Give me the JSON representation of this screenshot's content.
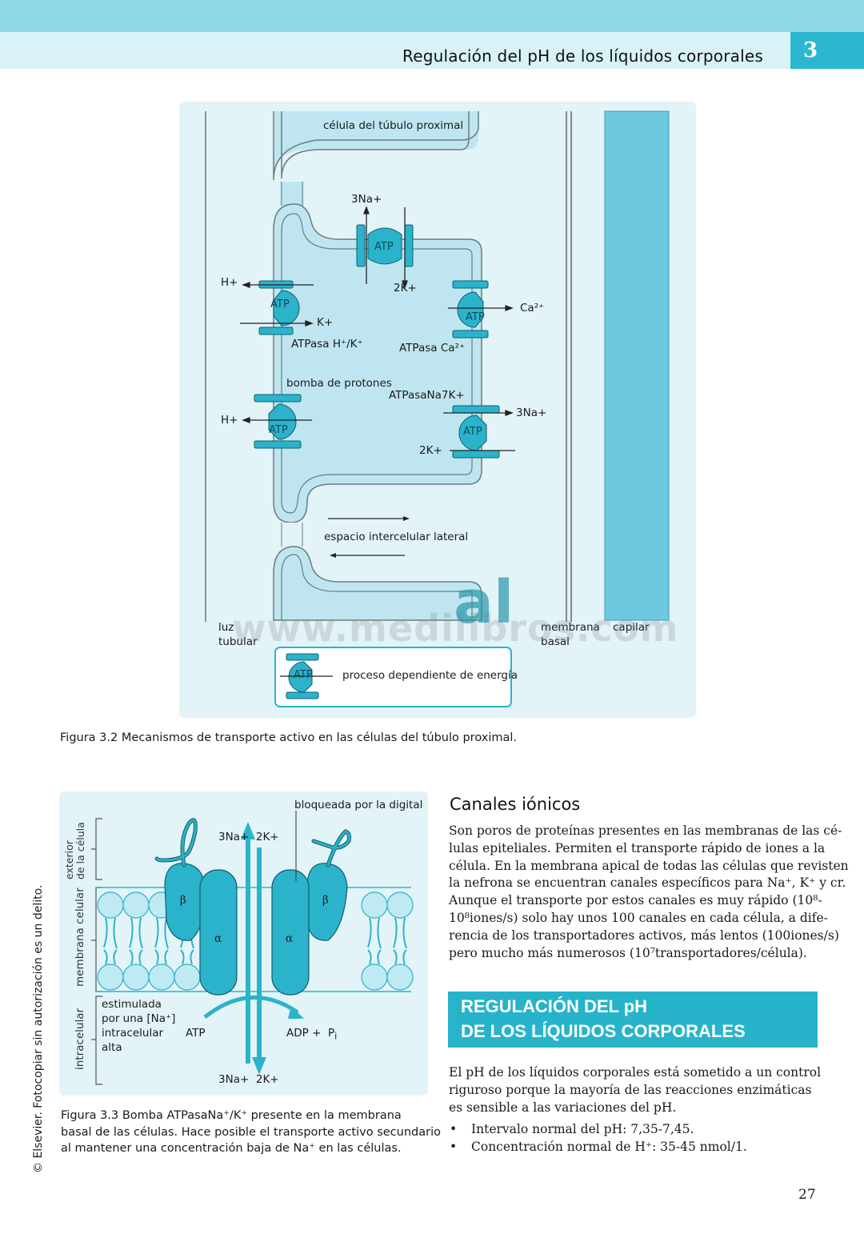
{
  "header": {
    "title": "Regulación del pH de los líquidos corporales",
    "chapter": "3"
  },
  "figure1": {
    "cell_title": "célula del túbulo proximal",
    "na3_top": "3Na+",
    "k2_top": "2K+",
    "h_top": "H+",
    "k_left": "K+",
    "atpase_hk": "ATPasa H⁺/K⁺",
    "ca_ion": "Ca²⁺",
    "atpase_ca": "ATPasa Ca²⁺",
    "proton_pump": "bomba de protones",
    "atpase_nak": "ATPasaNa7K+",
    "h_bottom": "H+",
    "na3_right": "3Na+",
    "k2_right": "2K+",
    "intercellular": "espacio intercelular lateral",
    "lumen": "luz\ntubular",
    "basal": "membrana\nbasal",
    "capillary": "capilar",
    "legend": "proceso dependiente de energía",
    "atp": "ATP",
    "watermark": "www.medilibros.com",
    "watermark_mark": "al"
  },
  "caption1": "Figura 3.2 Mecanismos de transporte activo en las células del túbulo proximal.",
  "figure2": {
    "blocked": "bloqueada por la digital",
    "exterior": "exterior\nde la célula",
    "membrane": "membrana celular",
    "intracellular": "intracelular",
    "top_ions": "3Na+  2K+",
    "bottom_ions": "3Na+  2K+",
    "stimulated": "estimulada\npor una [Na⁺]\nintracelular\nalta",
    "atp": "ATP",
    "adp": "ADP +  P",
    "adp_sub": "i",
    "beta": "β",
    "alpha": "α"
  },
  "caption2": "Figura 3.3 Bomba ATPasaNa⁺/K⁺ presente en la membrana\nbasal de las células. Hace posible el transporte activo secundario\nal mantener una concentración baja de Na⁺ en las células.",
  "side_copyright": "© Elsevier. Fotocopiar sin autorización es un delito.",
  "canales": {
    "heading": "Canales iónicos",
    "lines": [
      "Son poros de proteínas presentes en las membranas de las cé-",
      "lulas epiteliales. Permiten el transporte rápido de iones a la",
      "célula. En la membrana apical de todas las células que revisten",
      "la nefrona se encuentran canales específicos para Na⁺, K⁺ y cr.",
      "Aunque el transporte por estos canales es muy rápido (10⁸-",
      "10⁸iones/s) solo hay unos 100 canales en cada célula, a dife-",
      "rencia de los transportadores activos, más lentos (100iones/s)",
      "pero mucho más numerosos (10⁷transportadores/célula)."
    ]
  },
  "section": {
    "line1": "REGULACIÓN DEL pH",
    "line2": "DE LOS LÍQUIDOS CORPORALES"
  },
  "ph": {
    "lines": [
      "El pH de los líquidos corporales está sometido a un control",
      "riguroso porque la mayoría de las reacciones enzimáticas",
      "es sensible a las variaciones del pH."
    ],
    "bullets": [
      "Intervalo normal del pH: 7,35-7,45.",
      "Concentración normal de H⁺: 35-45 nmol/1."
    ],
    "bullet_mark": "•"
  },
  "page_number": "27"
}
